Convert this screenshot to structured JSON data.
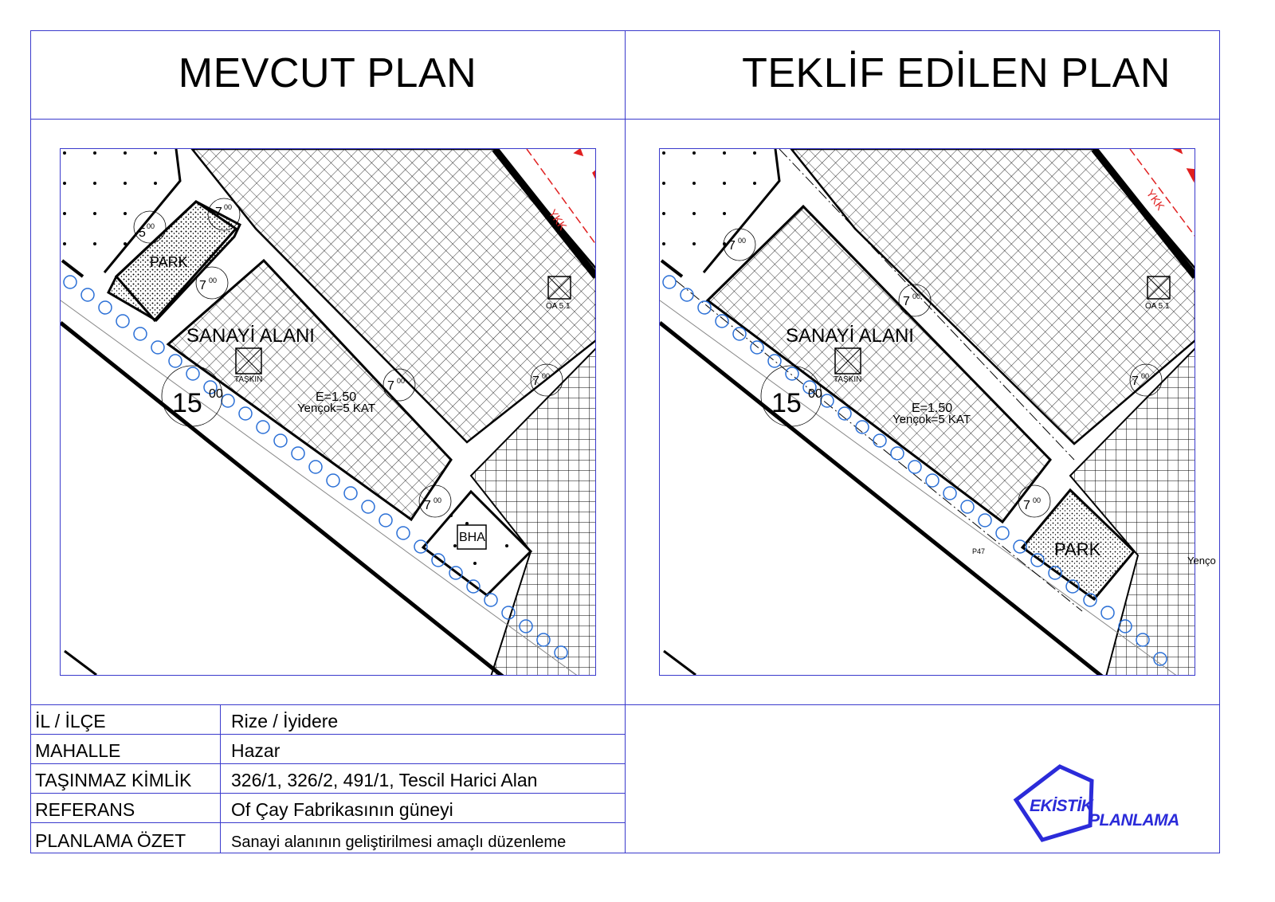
{
  "titles": {
    "left": "MEVCUT PLAN",
    "right": "TEKLİF EDİLEN PLAN"
  },
  "left_map": {
    "labels": {
      "park": "PARK",
      "sanayi": "SANAYİ ALANI",
      "taskin": "TAŞKIN",
      "e": "E=1.50",
      "yencok": "Yençok=5 KAT",
      "bha": "BHA",
      "oa": "ÖA 5.1",
      "ykk": "YKK"
    },
    "dims": {
      "d5": "5",
      "d5s": "00",
      "d7": "7",
      "d7s": "00",
      "d15": "15",
      "d15s": "00"
    }
  },
  "right_map": {
    "labels": {
      "park": "PARK",
      "sanayi": "SANAYİ ALANI",
      "taskin": "TAŞKIN",
      "e": "E=1.50",
      "yencok": "Yençok=5 KAT",
      "oa": "ÖA 5.1",
      "ykk": "YKK",
      "p47": "P47"
    },
    "dims": {
      "d7": "7",
      "d7s": "00",
      "d15": "15",
      "d15s": "00"
    }
  },
  "stray_text": "Yenço",
  "info": {
    "rows": [
      {
        "label": "İL / İLÇE",
        "value": "Rize / İyidere"
      },
      {
        "label": "MAHALLE",
        "value": "Hazar"
      },
      {
        "label": "TAŞINMAZ KİMLİK",
        "value": "326/1, 326/2, 491/1, Tescil Harici Alan"
      },
      {
        "label": "REFERANS",
        "value": "Of Çay Fabrikasının güneyi"
      },
      {
        "label": "PLANLAMA ÖZET",
        "value": "Sanayi alanının geliştirilmesi amaçlı düzenleme"
      }
    ]
  },
  "logo": {
    "line1": "EKİSTİK",
    "line2": "PLANLAMA",
    "color": "#2b2bd9"
  },
  "colors": {
    "frame": "#3a3acc",
    "tree_circle": "#2a6fd6",
    "ykk_red": "#e02020"
  }
}
